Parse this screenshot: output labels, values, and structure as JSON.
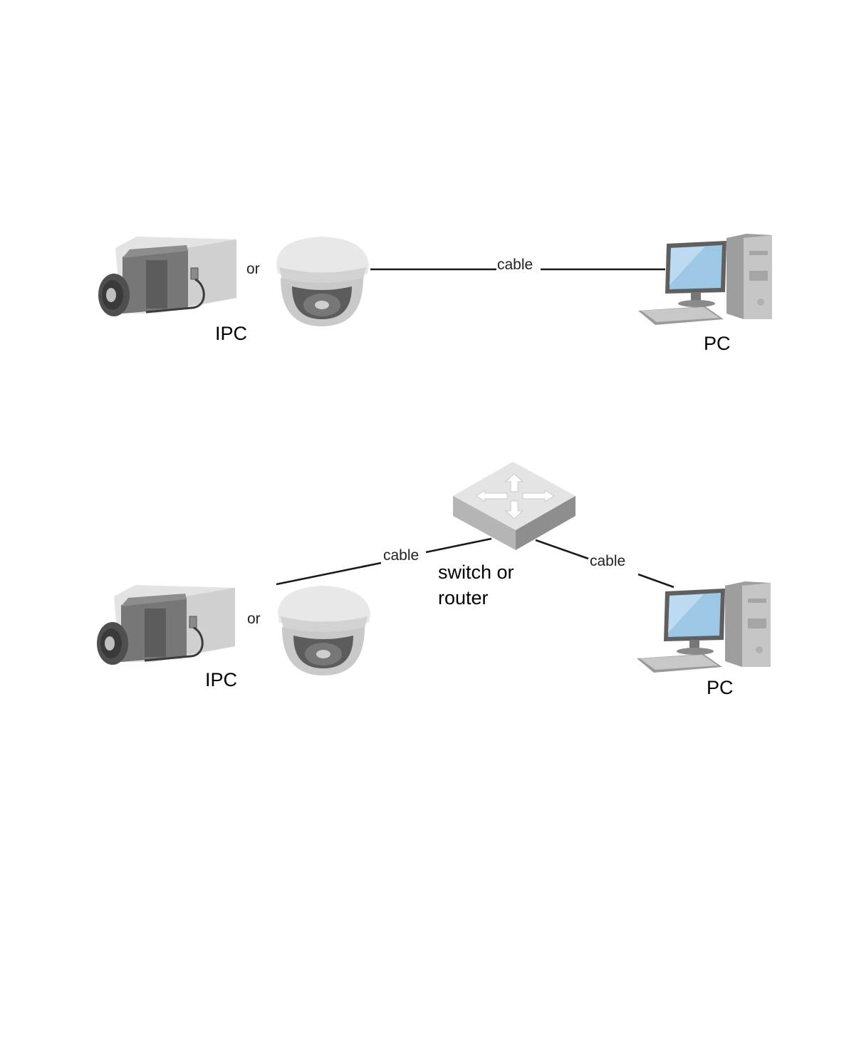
{
  "colors": {
    "device_grey": "#6f6f6f",
    "device_light": "#d9d9d9",
    "screen_blue": "#9cc8e6",
    "cable": "#1a1a1a"
  },
  "diagram1": {
    "ipc_label": "IPC",
    "or_label": "or",
    "cable_label": "cable",
    "pc_label": "PC"
  },
  "diagram2": {
    "ipc_label": "IPC",
    "or_label": "or",
    "cable_left_label": "cable",
    "cable_right_label": "cable",
    "switch_label_line1": "switch or",
    "switch_label_line2": "router",
    "pc_label": "PC"
  }
}
